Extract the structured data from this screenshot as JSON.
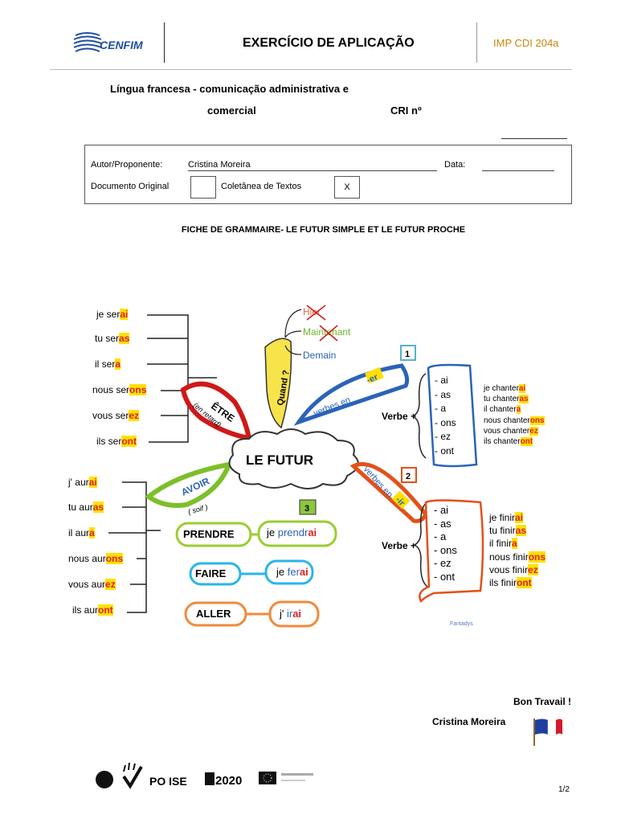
{
  "header": {
    "logo_text": "CENFIM",
    "title": "EXERCÍCIO DE APLICAÇÃO",
    "code": "IMP CDI 204a"
  },
  "course": {
    "line1": "Língua francesa - comunicação administrativa e",
    "line2": "comercial",
    "cri_label": "CRI nº"
  },
  "info": {
    "author_label": "Autor/Proponente:",
    "author_value": "Cristina Moreira",
    "date_label": "Data:",
    "doc_original_label": "Documento Original",
    "coletanea_label": "Coletânea de Textos",
    "coletanea_mark": "X"
  },
  "sheet_title": "FICHE DE GRAMMAIRE- LE FUTUR SIMPLE ET LE FUTUR PROCHE",
  "mindmap": {
    "center": "LE FUTUR",
    "quand": "Quand ?",
    "time_words": [
      "Hier",
      "Maintenant",
      "Demain"
    ],
    "etre_label": "ÊTRE",
    "etre_note": "(en retard)",
    "avoir_label": "AVOIR",
    "avoir_note": "( soif )",
    "etre_conj": [
      {
        "stem": "je ser",
        "ending": "ai"
      },
      {
        "stem": "tu ser",
        "ending": "as"
      },
      {
        "stem": "il ser",
        "ending": "a"
      },
      {
        "stem": "nous ser",
        "ending": "ons"
      },
      {
        "stem": "vous ser",
        "ending": "ez"
      },
      {
        "stem": "ils ser",
        "ending": "ont"
      }
    ],
    "avoir_conj": [
      {
        "stem": "j' aur",
        "ending": "ai"
      },
      {
        "stem": "tu aur",
        "ending": "as"
      },
      {
        "stem": "il aur",
        "ending": "a"
      },
      {
        "stem": "nous aur",
        "ending": "ons"
      },
      {
        "stem": "vous aur",
        "ending": "ez"
      },
      {
        "stem": "ils aur",
        "ending": "ont"
      }
    ],
    "group1_number": "1",
    "group1_label_stem": "verbes en",
    "group1_label_ending": "-er",
    "group2_number": "2",
    "group2_label_stem": "verbes en",
    "group2_label_ending": "-ir",
    "group3_number": "3",
    "verbe_plus": "Verbe +",
    "endings": [
      "- ai",
      "- as",
      "- a",
      "- ons",
      "- ez",
      "- ont"
    ],
    "chanter_conj": [
      {
        "stem": "je chanter",
        "ending": "ai"
      },
      {
        "stem": "tu chanter",
        "ending": "as"
      },
      {
        "stem": "il chanter",
        "ending": "a"
      },
      {
        "stem": "nous chanter",
        "ending": "ons"
      },
      {
        "stem": "vous chanter",
        "ending": "ez"
      },
      {
        "stem": "ils chanter",
        "ending": "ont"
      }
    ],
    "finir_conj": [
      {
        "stem": "je finir",
        "ending": "ai"
      },
      {
        "stem": "tu finir",
        "ending": "as"
      },
      {
        "stem": "il finir",
        "ending": "a"
      },
      {
        "stem": "nous finir",
        "ending": "ons"
      },
      {
        "stem": "vous finir",
        "ending": "ez"
      },
      {
        "stem": "ils finir",
        "ending": "ont"
      }
    ],
    "irregular": [
      {
        "verb": "PRENDRE",
        "pronoun": "je",
        "stem": "prendr",
        "ending": "ai",
        "color": "#9acd32"
      },
      {
        "verb": "FAIRE",
        "pronoun": "je",
        "stem": "fer",
        "ending": "ai",
        "color": "#29b6e8"
      },
      {
        "verb": "ALLER",
        "pronoun": "j'",
        "stem": "ir",
        "ending": "ai",
        "color": "#f08a3c"
      }
    ],
    "credit": "Fantadys"
  },
  "footer": {
    "bon_travail": "Bon Travail !",
    "signature": "Cristina Moreira",
    "logo_poise": "PO ISE",
    "logo_2020": "2020",
    "page": "1/2"
  },
  "colors": {
    "ending_red": "#e02020",
    "highlight_yellow": "#ffe000",
    "header_code": "#c8860a"
  }
}
